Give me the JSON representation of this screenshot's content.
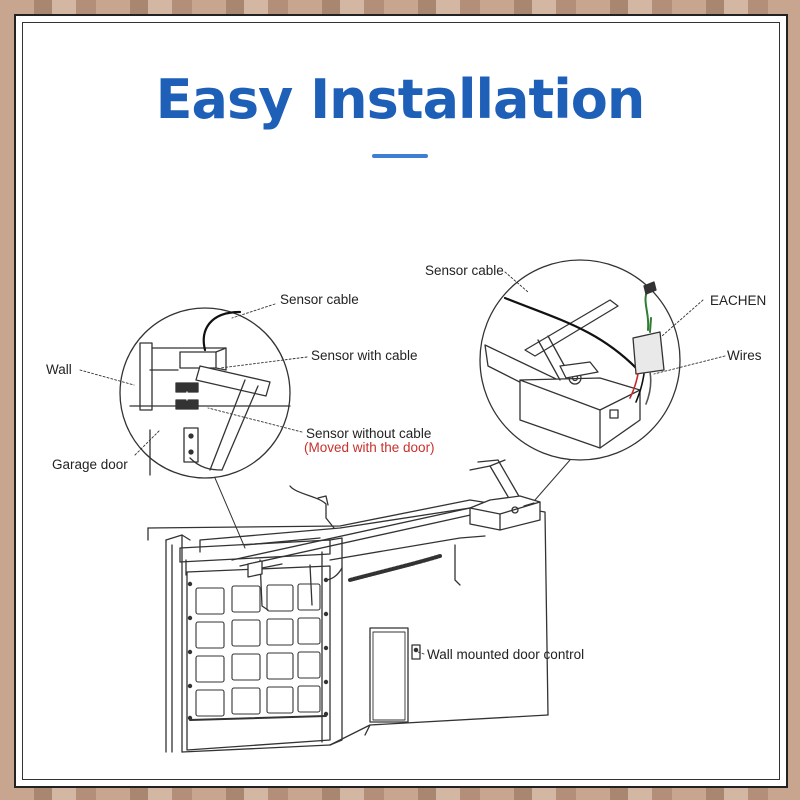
{
  "title": "Easy Installation",
  "labels": {
    "sensor_cable_left": "Sensor cable",
    "sensor_with_cable": "Sensor with cable",
    "wall": "Wall",
    "sensor_without_cable": "Sensor without cable",
    "moved_with_door": "(Moved with the door)",
    "garage_door": "Garage door",
    "sensor_cable_right": "Sensor cable",
    "eachen": "EACHEN",
    "wires": "Wires",
    "wall_control": "Wall mounted door control"
  },
  "colors": {
    "title": "#1e5fb8",
    "accent_rule": "#3f7fd1",
    "red_note": "#c9302c"
  }
}
